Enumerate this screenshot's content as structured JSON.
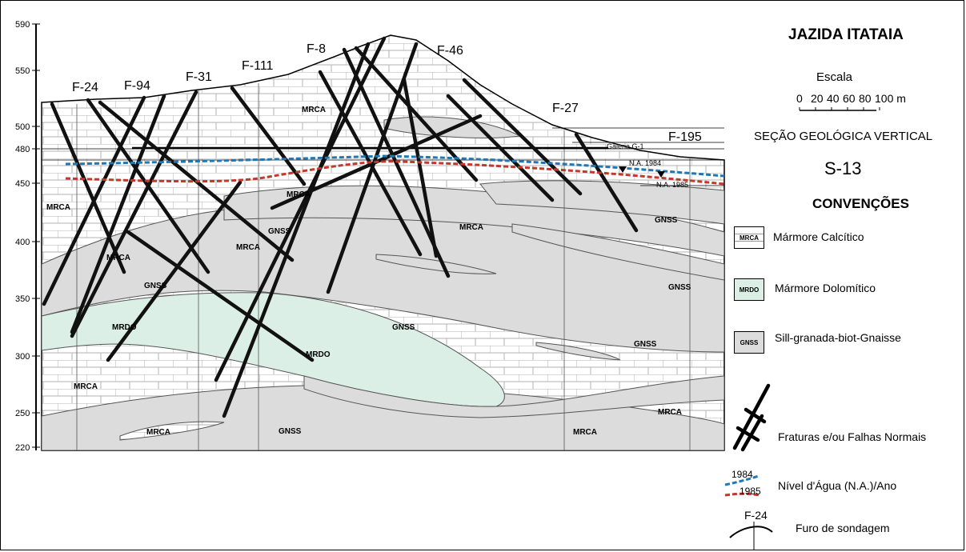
{
  "title": "JAZIDA ITATAIA",
  "scale": {
    "label": "Escala",
    "ticks": [
      "0",
      "20",
      "40",
      "60",
      "80",
      "100 m"
    ]
  },
  "section_title": "SEÇÃO GEOLÓGICA VERTICAL",
  "section_id": "S-13",
  "conventions_title": "CONVENÇÕES",
  "legend": {
    "marble_calc": {
      "code": "MRCA",
      "label": "Mármore Calcítico"
    },
    "marble_dolo": {
      "code": "MRDO",
      "label": "Mármore Dolomítico"
    },
    "gneiss": {
      "code": "GNSS",
      "label": "Sill-granada-biot-Gnaisse"
    },
    "faults": {
      "label": "Fraturas e/ou Falhas Normais"
    },
    "water": {
      "label": "Nível d'Água  (N.A.)/Ano",
      "year1": "1984",
      "year2": "1985"
    },
    "drill": {
      "code": "F-24",
      "label": "Furo de sondagem"
    }
  },
  "elevation_ticks": [
    "590",
    "550",
    "500",
    "480",
    "450",
    "400",
    "350",
    "300",
    "250",
    "220"
  ],
  "drill_holes": [
    "F-24",
    "F-94",
    "F-31",
    "F-111",
    "F-8",
    "F-46",
    "F-27",
    "F-195"
  ],
  "gallery_label": "Galeria G-1",
  "water_level_labels": [
    "N.A. 1984",
    "N.A. 1985"
  ],
  "unit_labels": {
    "mrca": "MRCA",
    "mrdo": "MRDO",
    "gnss": "GNSS"
  },
  "colors": {
    "marble_calc": "#ffffff",
    "marble_dolo": "#dcefe7",
    "gneiss": "#dcdcdc",
    "water_1984": "#1f78b4",
    "water_1985": "#c0392b"
  }
}
